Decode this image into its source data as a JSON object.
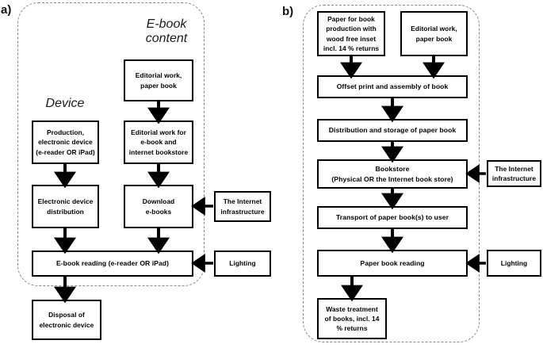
{
  "figure": {
    "panels": [
      {
        "key": "a",
        "label": "a)",
        "headings": [
          {
            "key": "device",
            "text": "Device"
          },
          {
            "key": "ebook_content",
            "text": "E-book\ncontent"
          }
        ],
        "nodes": [
          {
            "key": "editorial_paper_book",
            "text": "Editorial work,\npaper book"
          },
          {
            "key": "production_electronic_device",
            "text": "Production,\nelectronic device\n(e-reader OR iPad)"
          },
          {
            "key": "editorial_ebook_bookstore",
            "text": "Editorial work for\ne-book and\ninternet bookstore"
          },
          {
            "key": "electronic_device_distribution",
            "text": "Electronic device\ndistribution"
          },
          {
            "key": "download_ebooks",
            "text": "Download\ne-books"
          },
          {
            "key": "internet_infrastructure",
            "text": "The Internet\ninfrastructure"
          },
          {
            "key": "ebook_reading",
            "text": "E-book reading (e-reader OR iPad)"
          },
          {
            "key": "lighting",
            "text": "Lighting"
          },
          {
            "key": "disposal_electronic_device",
            "text": "Disposal of\nelectronic device"
          }
        ]
      },
      {
        "key": "b",
        "label": "b)",
        "headings": [],
        "nodes": [
          {
            "key": "paper_for_book_production",
            "text": "Paper for book\nproduction with\nwood free inset\nincl. 14 % returns"
          },
          {
            "key": "editorial_paper_book_b",
            "text": "Editorial work,\npaper book"
          },
          {
            "key": "offset_print_assembly",
            "text": "Offset print and assembly of book"
          },
          {
            "key": "distribution_storage_paper_book",
            "text": "Distribution and storage of paper book"
          },
          {
            "key": "bookstore",
            "text": "Bookstore\n(Physical OR the Internet book store)"
          },
          {
            "key": "internet_infrastructure_b",
            "text": "The Internet\ninfrastructure"
          },
          {
            "key": "transport_paper_books",
            "text": "Transport of paper book(s) to user"
          },
          {
            "key": "paper_book_reading",
            "text": "Paper book reading"
          },
          {
            "key": "lighting_b",
            "text": "Lighting"
          },
          {
            "key": "waste_treatment_books",
            "text": "Waste treatment\nof books, incl. 14\n% returns"
          }
        ]
      }
    ],
    "colors": {
      "node_border": "#000000",
      "node_fill": "#ffffff",
      "arrow": "#000000",
      "container_dash": "#8a8a8a",
      "background": "#ffffff"
    }
  }
}
